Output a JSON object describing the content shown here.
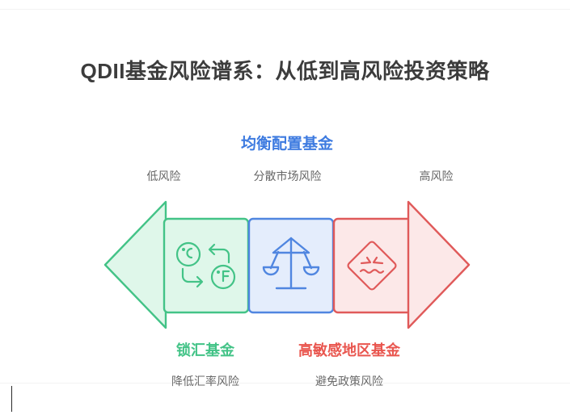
{
  "page": {
    "title": "QDII基金风险谱系：从低到高风险投资策略",
    "background_color": "#ffffff"
  },
  "diagram": {
    "type": "risk-spectrum-arrow",
    "description": "双向箭头风险谱系，从低风险（左，绿色）到高风险（右，红色）",
    "top_segment": {
      "heading": "均衡配置基金",
      "heading_color": "#3E7BE0",
      "caption": "分散市场风险",
      "icon": "balance-scale-icon"
    },
    "axis_captions": {
      "low": "低风险",
      "middle": "分散市场风险",
      "high": "高风险"
    },
    "segments": [
      {
        "id": "low-risk",
        "label": "锁汇基金",
        "caption": "降低汇率风险",
        "icon": "temperature-conversion-icon",
        "stroke_color": "#43C387",
        "fill_color": "#DFF7EA",
        "label_color": "#43C387"
      },
      {
        "id": "balanced",
        "label": "均衡配置基金",
        "caption": "分散市场风险",
        "icon": "balance-scale-icon",
        "stroke_color": "#5086E0",
        "fill_color": "#E4EDFC",
        "label_color": "#3E7BE0"
      },
      {
        "id": "high-risk",
        "label": "高敏感地区基金",
        "caption": "避免政策风险",
        "icon": "hazard-diamond-icon",
        "stroke_color": "#E05A5A",
        "fill_color": "#FCE8E8",
        "label_color": "#E9564F"
      }
    ],
    "arrowheads": {
      "left": {
        "direction": "left",
        "stroke_color": "#43C387",
        "fill_color": "#DFF7EA"
      },
      "right": {
        "direction": "right",
        "stroke_color": "#E05A5A",
        "fill_color": "#FCE8E8"
      }
    }
  },
  "colors": {
    "green": "#43C387",
    "green_fill": "#DFF7EA",
    "blue": "#5086E0",
    "blue_fill": "#E4EDFC",
    "red": "#E05A5A",
    "red_fill": "#FCE8E8",
    "title_text": "#3c3c3c",
    "caption_text": "#666666"
  }
}
